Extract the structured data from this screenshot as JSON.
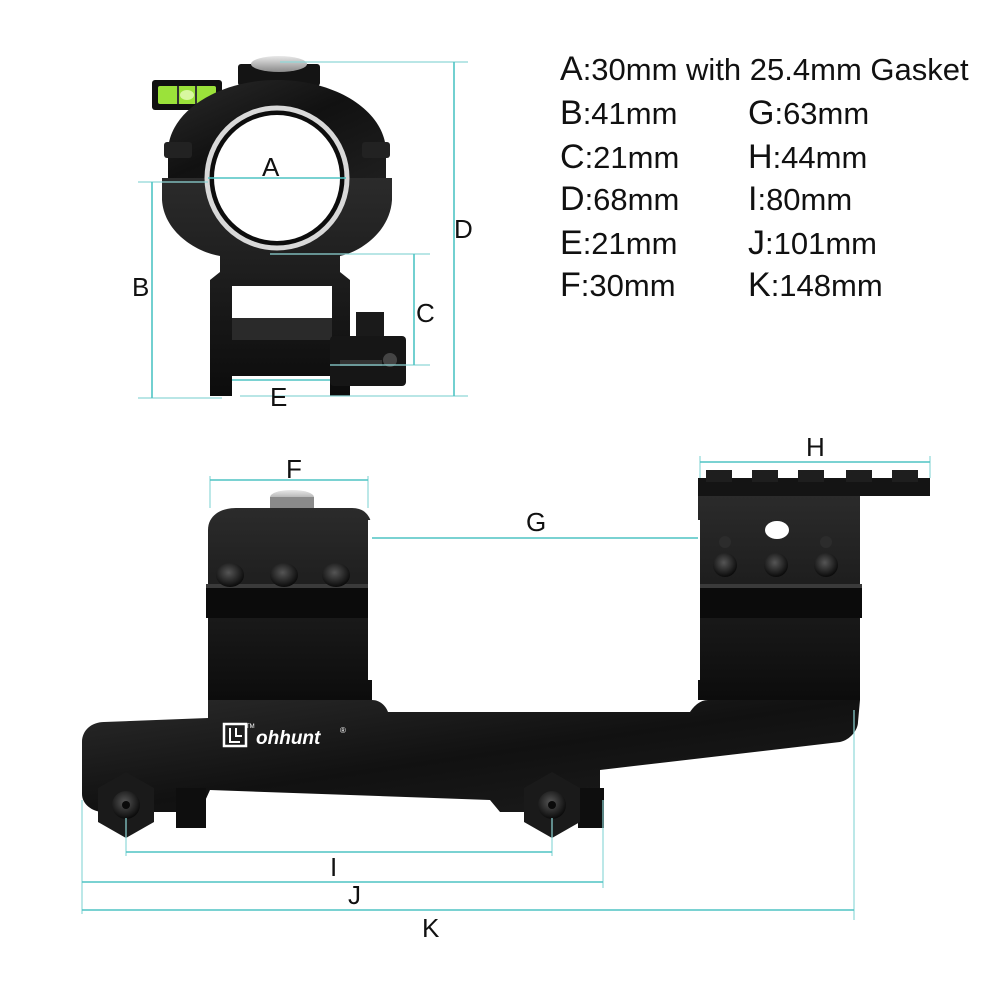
{
  "specs": {
    "A": {
      "key": "A",
      "value": ":30mm with 25.4mm Gasket"
    },
    "B": {
      "key": "B",
      "value": ":41mm"
    },
    "C": {
      "key": "C",
      "value": ":21mm"
    },
    "D": {
      "key": "D",
      "value": ":68mm"
    },
    "E": {
      "key": "E",
      "value": ":21mm"
    },
    "F": {
      "key": "F",
      "value": ":30mm"
    },
    "G": {
      "key": "G",
      "value": ":63mm"
    },
    "H": {
      "key": "H",
      "value": ":44mm"
    },
    "I": {
      "key": "I",
      "value": ":80mm"
    },
    "J": {
      "key": "J",
      "value": ":101mm"
    },
    "K": {
      "key": "K",
      "value": ":148mm"
    }
  },
  "dimension_labels": {
    "A": "A",
    "B": "B",
    "C": "C",
    "D": "D",
    "E": "E",
    "F": "F",
    "G": "G",
    "H": "H",
    "I": "I",
    "J": "J",
    "K": "K"
  },
  "brand": {
    "logo_text": "ohhunt",
    "trademark": "TM",
    "registered": "®"
  },
  "colors": {
    "dimension_line": "#8fd8d8",
    "metal": "#151515",
    "bubble_level": "#9be23a"
  },
  "icons": [
    "bubble-level-icon",
    "brand-logo-icon"
  ]
}
